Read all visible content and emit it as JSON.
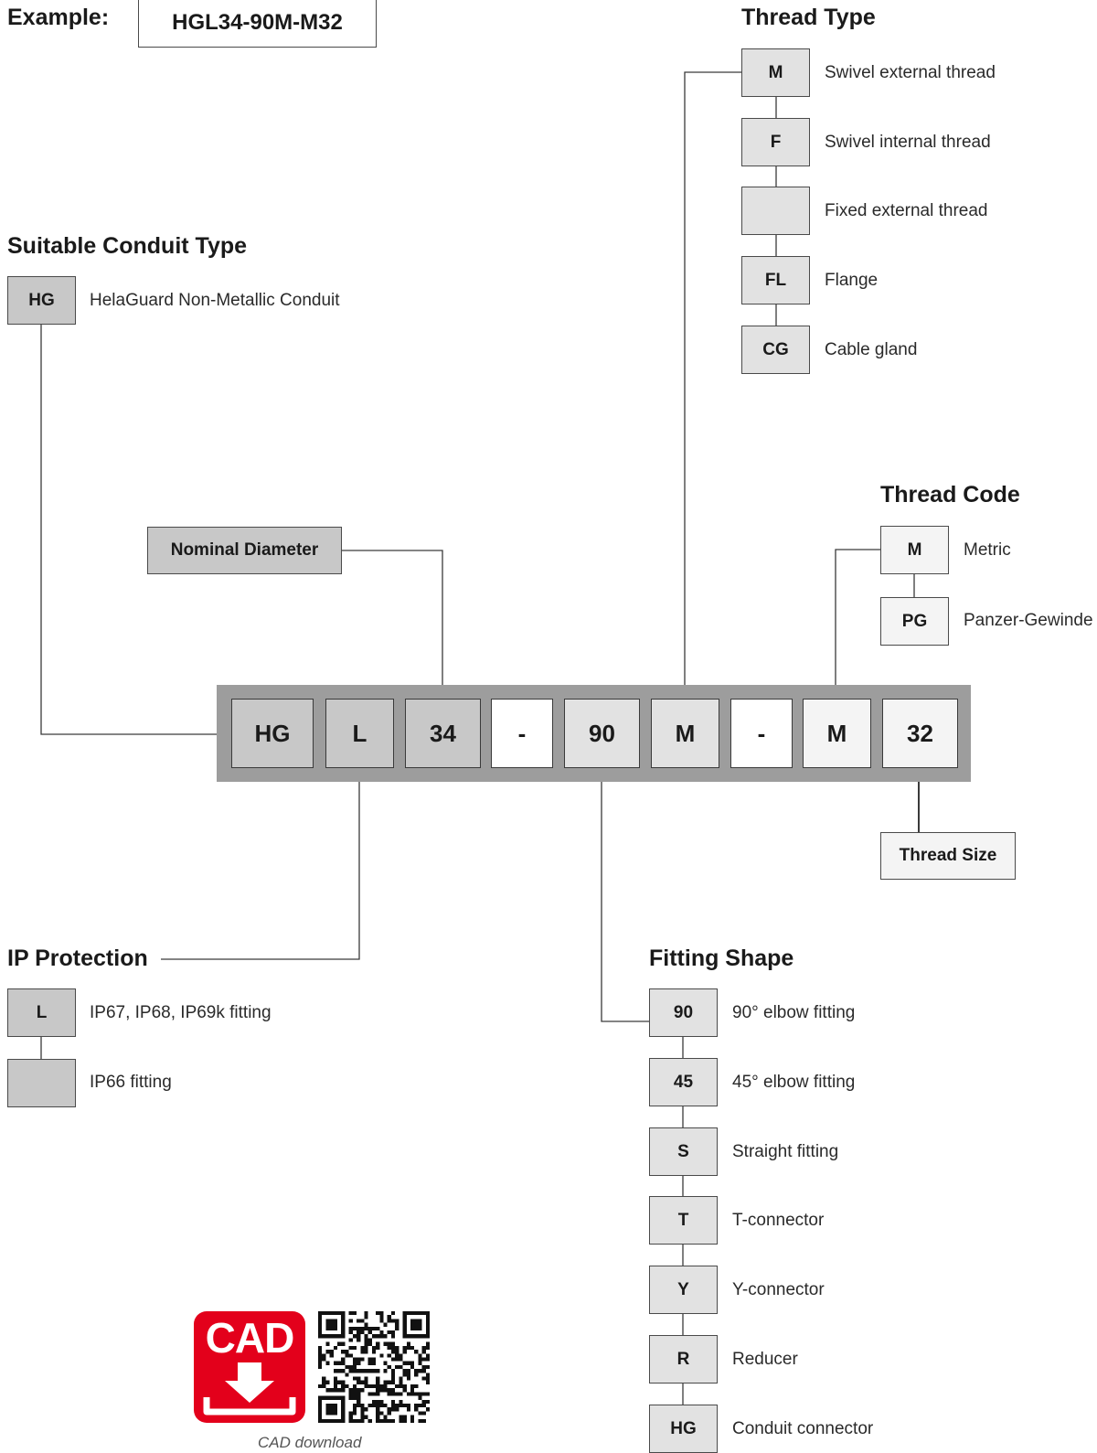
{
  "example": {
    "label": "Example:",
    "code": "HGL34-90M-M32"
  },
  "conduit_type": {
    "heading": "Suitable Conduit Type",
    "items": [
      {
        "code": "HG",
        "desc": "HelaGuard Non-Metallic Conduit"
      }
    ]
  },
  "thread_type": {
    "heading": "Thread Type",
    "items": [
      {
        "code": "M",
        "desc": "Swivel external thread"
      },
      {
        "code": "F",
        "desc": "Swivel internal thread"
      },
      {
        "code": "",
        "desc": "Fixed external thread"
      },
      {
        "code": "FL",
        "desc": "Flange"
      },
      {
        "code": "CG",
        "desc": "Cable gland"
      }
    ]
  },
  "thread_code": {
    "heading": "Thread Code",
    "items": [
      {
        "code": "M",
        "desc": "Metric"
      },
      {
        "code": "PG",
        "desc": "Panzer-Gewinde"
      }
    ]
  },
  "nominal_diameter": {
    "label": "Nominal Diameter"
  },
  "thread_size": {
    "label": "Thread Size"
  },
  "code_segments": [
    "HG",
    "L",
    "34",
    "-",
    "90",
    "M",
    "-",
    "M",
    "32"
  ],
  "ip_protection": {
    "heading": "IP Protection",
    "items": [
      {
        "code": "L",
        "desc": "IP67, IP68, IP69k fitting"
      },
      {
        "code": "",
        "desc": "IP66 fitting"
      }
    ]
  },
  "fitting_shape": {
    "heading": "Fitting Shape",
    "items": [
      {
        "code": "90",
        "desc": "90° elbow fitting"
      },
      {
        "code": "45",
        "desc": "45° elbow fitting"
      },
      {
        "code": "S",
        "desc": "Straight fitting"
      },
      {
        "code": "T",
        "desc": "T-connector"
      },
      {
        "code": "Y",
        "desc": "Y-connector"
      },
      {
        "code": "R",
        "desc": "Reducer"
      },
      {
        "code": "HG",
        "desc": "Conduit connector"
      }
    ]
  },
  "cad": {
    "logo_text": "CAD",
    "caption": "CAD download",
    "brand_color": "#e3001b"
  }
}
